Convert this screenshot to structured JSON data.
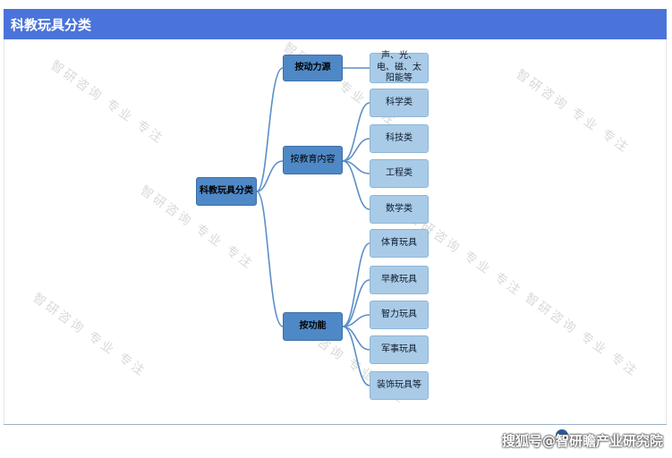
{
  "header": {
    "title": "科教玩具分类"
  },
  "diagram": {
    "root": "科教玩具分类",
    "branches": [
      {
        "label": "按动力源",
        "children": [
          "声、光、电、磁、太阳能等"
        ]
      },
      {
        "label": "按教育内容",
        "children": [
          "科学类",
          "科技类",
          "工程类",
          "数学类"
        ]
      },
      {
        "label": "按功能",
        "children": [
          "体育玩具",
          "早教玩具",
          "智力玩具",
          "军事玩具",
          "装饰玩具等"
        ]
      }
    ]
  },
  "watermark": {
    "text": "智研咨询 专业 专注"
  },
  "footer": {
    "source": "搜狐号@智研瞻产业研究院"
  },
  "colors": {
    "header_bg": "#4a74d9",
    "node_dark": "#4f88c6",
    "node_light": "#a9cbe7",
    "connector": "#5b8fc7"
  }
}
